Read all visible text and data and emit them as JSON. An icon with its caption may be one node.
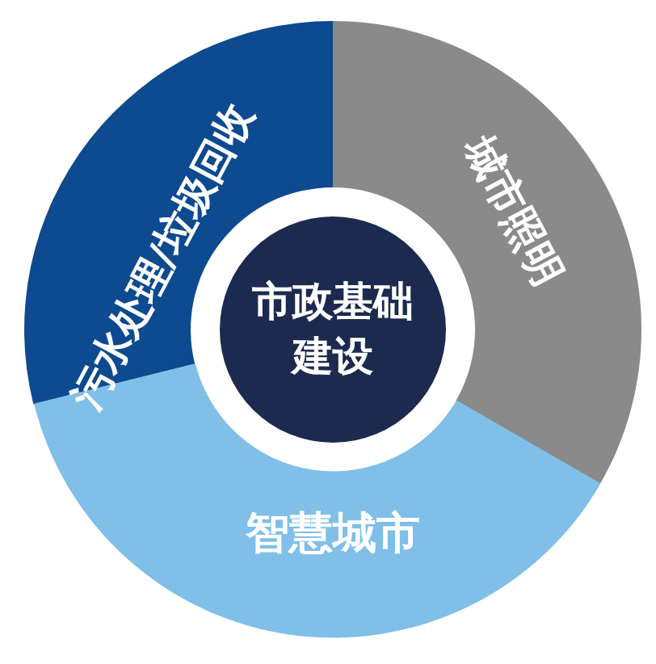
{
  "diagram": {
    "nodes": [
      {
        "text": [
          "污水处理/垃圾回收"
        ]
      },
      {
        "text": [
          "城市照明"
        ]
      },
      {
        "text": [
          "市政基础建设"
        ]
      },
      {
        "text": [
          "智慧城市"
        ]
      }
    ]
  }
}
